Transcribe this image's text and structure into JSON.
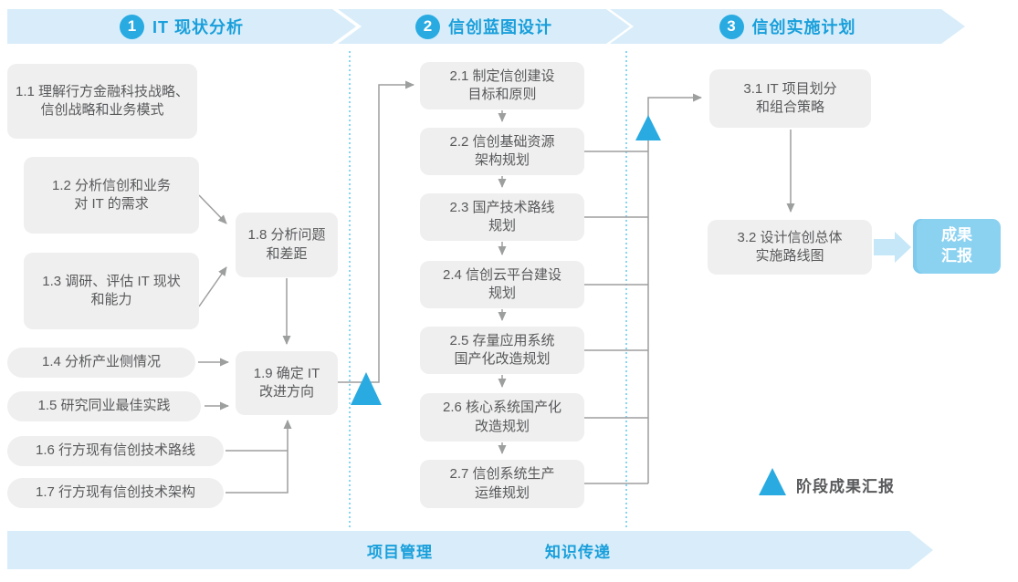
{
  "phases": [
    {
      "number": "1",
      "title": "IT 现状分析"
    },
    {
      "number": "2",
      "title": "信创蓝图设计"
    },
    {
      "number": "3",
      "title": "信创实施计划"
    }
  ],
  "steps": {
    "s1_1": "1.1 理解行方金融科技战略、\n信创战略和业务模式",
    "s1_2": "1.2 分析信创和业务\n对 IT 的需求",
    "s1_3": "1.3 调研、评估 IT 现状\n和能力",
    "s1_4": "1.4 分析产业侧情况",
    "s1_5": "1.5 研究同业最佳实践",
    "s1_6": "1.6 行方现有信创技术路线",
    "s1_7": "1.7 行方现有信创技术架构",
    "s1_8": "1.8 分析问题\n和差距",
    "s1_9": "1.9 确定 IT\n改进方向",
    "s2_1": "2.1 制定信创建设\n目标和原则",
    "s2_2": "2.2 信创基础资源\n架构规划",
    "s2_3": "2.3 国产技术路线\n规划",
    "s2_4": "2.4 信创云平台建设\n规划",
    "s2_5": "2.5 存量应用系统\n国产化改造规划",
    "s2_6": "2.6 核心系统国产化\n改造规划",
    "s2_7": "2.7 信创系统生产\n运维规划",
    "s3_1": "3.1 IT 项目划分\n和组合策略",
    "s3_2": "3.2 设计信创总体\n实施路线图"
  },
  "result_box": "成果\n汇报",
  "bottom_bands": {
    "project": "项目管理",
    "knowledge": "知识传递"
  },
  "legend": {
    "milestone": "阶段成果汇报"
  },
  "colors": {
    "accent_blue": "#29abe2",
    "banner_bg": "#d8edf9",
    "node_bg": "#efefef",
    "node_text": "#58595b",
    "connector_gray": "#9d9e9e",
    "result_box_bg": "#8bd2f1",
    "result_arrow": "#c5e7f7"
  }
}
